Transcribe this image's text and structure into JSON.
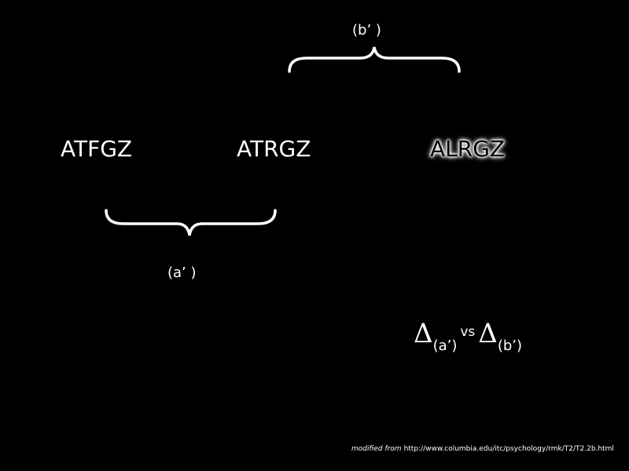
{
  "words": [
    "ATFGZ",
    "ATRGZ",
    "ALRGZ"
  ],
  "brace_labels": {
    "a": "(a’ )",
    "b": "(b’ )"
  },
  "comparison": {
    "delta_symbol": "Δ",
    "left_sub": "(a’)",
    "vs": "vs",
    "right_sub": "(b’)"
  },
  "credit": {
    "prefix": "modified from",
    "url": "http://www.columbia.edu/itc/psychology/rmk/T2/T2.2b.html"
  }
}
